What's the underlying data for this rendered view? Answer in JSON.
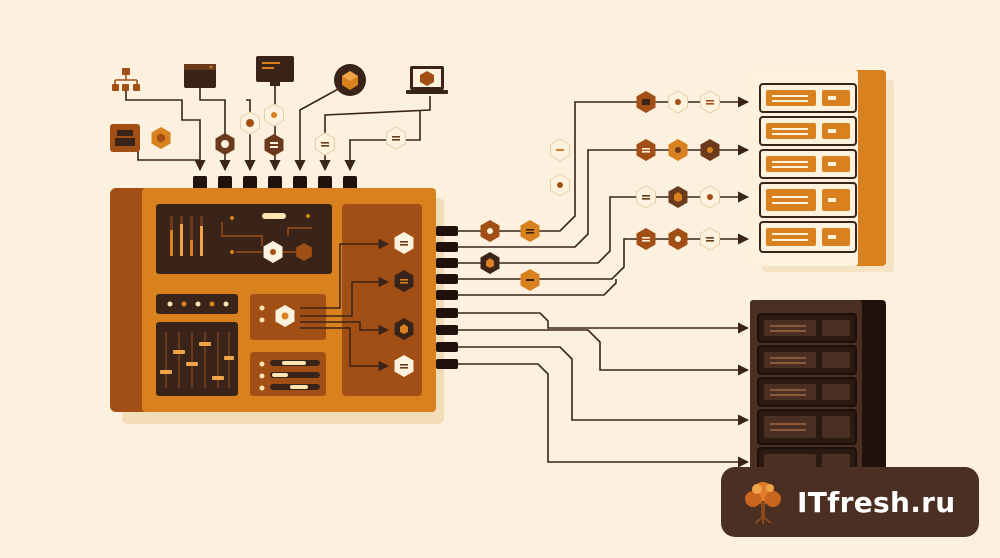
{
  "brand": {
    "name": "ITfresh.ru",
    "logo_icon": "tree-icon"
  },
  "colors": {
    "background": "#fcf1df",
    "orange": "#d9801f",
    "orange_dark": "#a24f16",
    "brown": "#6b3a1d",
    "dark": "#3a2318",
    "cream": "#fdf2dd",
    "line": "#3a2318"
  },
  "icons": {
    "sources": [
      "hierarchy-icon",
      "browser-window-icon",
      "monitor-icon",
      "cube-badge-icon",
      "laptop-icon",
      "printer-icon"
    ],
    "hexes": [
      "gear-hex-icon",
      "list-hex-icon",
      "cube-hex-icon",
      "grid-hex-icon"
    ]
  },
  "counts": {
    "input_ports": 7,
    "output_ports": 9,
    "light_server_units": 5,
    "dark_server_units": 5
  }
}
